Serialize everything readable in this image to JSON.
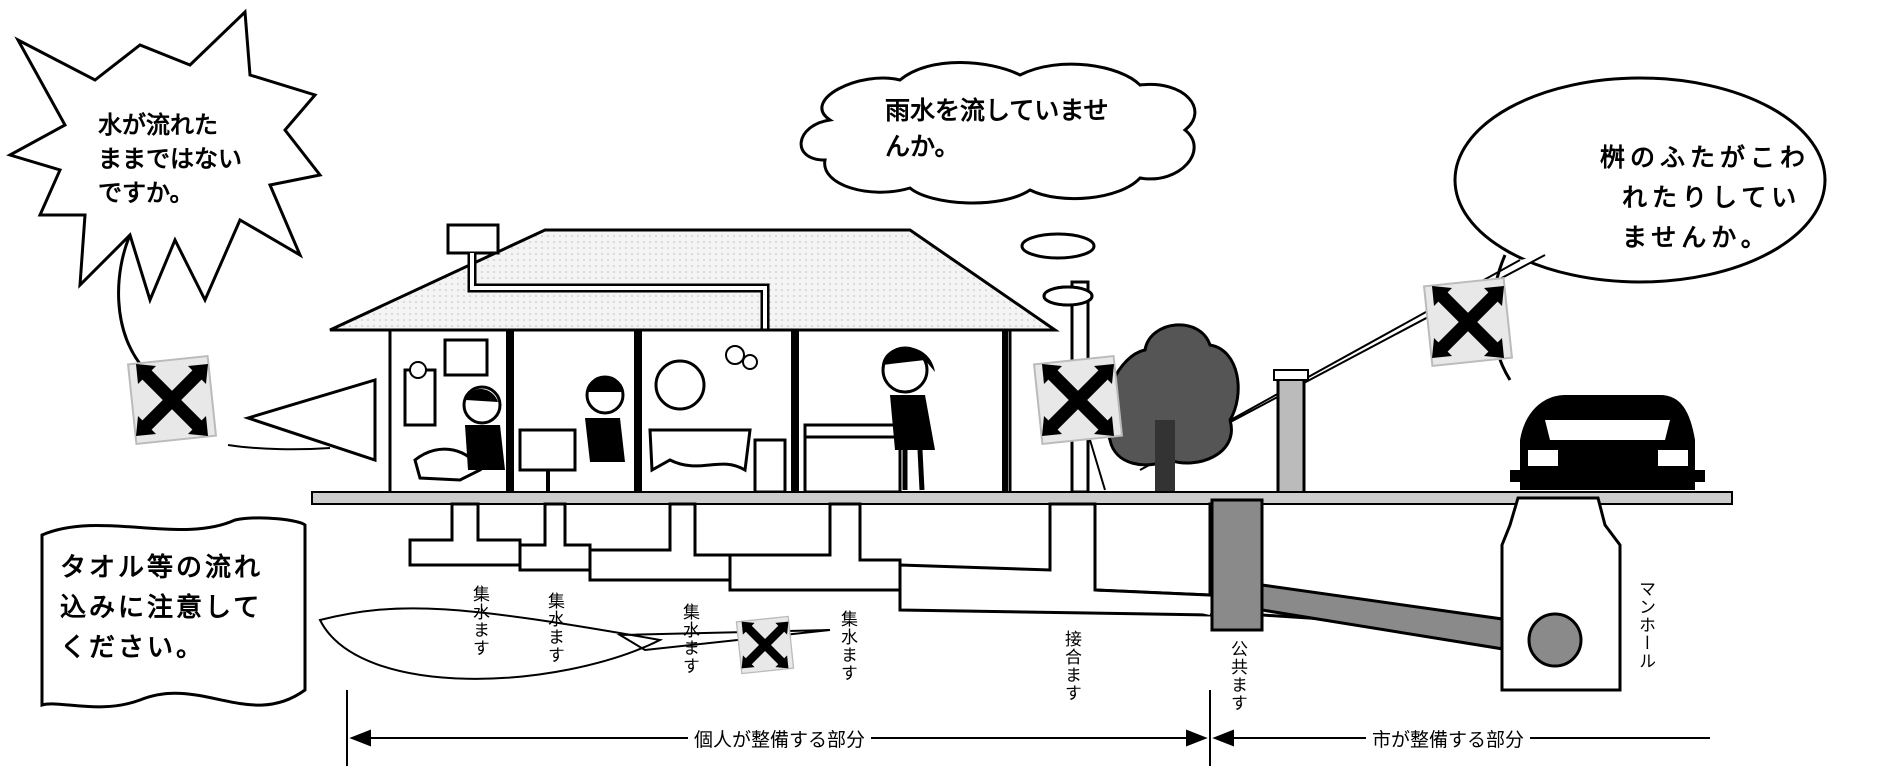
{
  "bubbles": {
    "water_running": [
      "水が流れた",
      "ままではない",
      "ですか。"
    ],
    "rainwater": [
      "雨水を流していませ",
      "んか。"
    ],
    "lid_broken": [
      "桝のふたがこわ",
      "れたりしてい",
      "ませんか。"
    ],
    "towel": [
      "タオル等の流れ",
      "込みに注意して",
      "ください。"
    ]
  },
  "labels": {
    "catch_basin_1": "集水ます",
    "catch_basin_2": "集水ます",
    "catch_basin_3": "集水ます",
    "catch_basin_4": "集水ます",
    "junction_basin": "接合ます",
    "public_basin": "公共ます",
    "manhole": "マンホール",
    "private_section": "個人が整備する部分",
    "city_section": "市が整備する部分"
  },
  "colors": {
    "ink": "#000000",
    "gray_fill": "#8a8a8a",
    "dark_fill": "#555555",
    "roof": "#f1f1f1"
  },
  "icons": [
    "x-mark-icon",
    "x-mark-icon",
    "x-mark-icon",
    "x-mark-icon",
    "x-mark-icon"
  ]
}
